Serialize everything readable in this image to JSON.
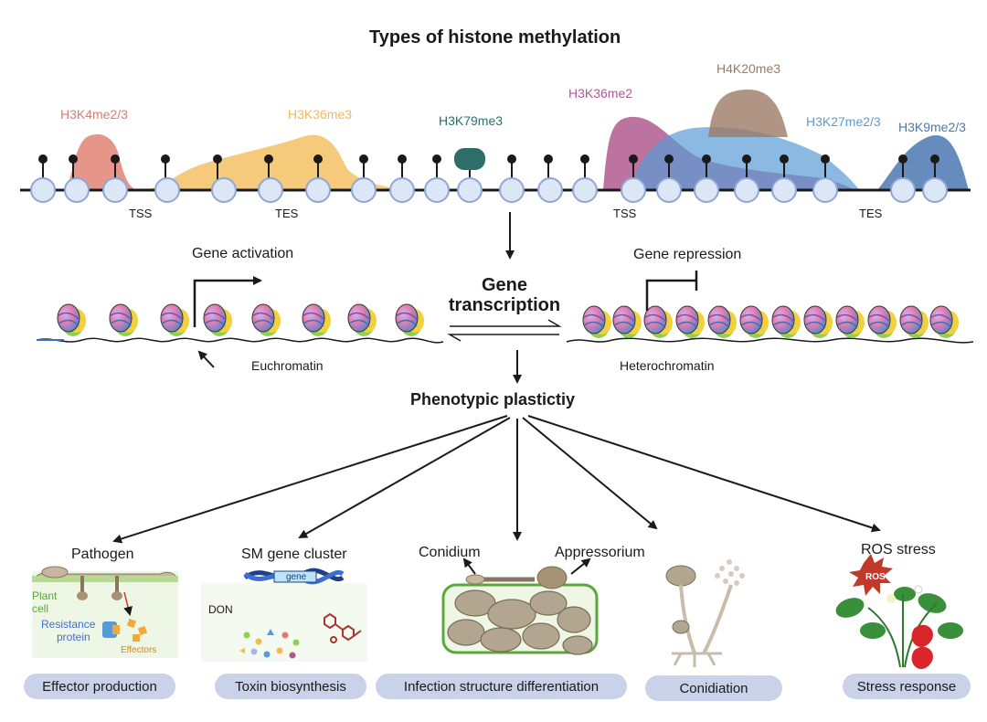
{
  "title": "Types of histone methylation",
  "marks": [
    {
      "label": "H3K4me2/3",
      "color": "#e07a6c"
    },
    {
      "label": "H3K36me3",
      "color": "#f2b94f"
    },
    {
      "label": "H3K79me3",
      "color": "#2d6e69"
    },
    {
      "label": "H3K36me2",
      "color": "#b05a8e"
    },
    {
      "label": "H4K20me3",
      "color": "#9c7a66"
    },
    {
      "label": "H3K27me2/3",
      "color": "#5a9bd5"
    },
    {
      "label": "H3K9me2/3",
      "color": "#4a78b0"
    }
  ],
  "sites": {
    "tss1": "TSS",
    "tes1": "TES",
    "tss2": "TSS",
    "tes2": "TES"
  },
  "activation": "Gene activation",
  "repression": "Gene repression",
  "transcription": {
    "line1": "Gene",
    "line2": "transcription"
  },
  "euchromatin": "Euchromatin",
  "heterochromatin": "Heterochromatin",
  "phenotype": "Phenotypic plastictiy",
  "panels": {
    "pathogen": {
      "title": "Pathogen",
      "plant": "Plant",
      "cell": "cell",
      "resistance": "Resistance",
      "protein": "protein",
      "effectors": "Effectors",
      "pill": "Effector production"
    },
    "toxin": {
      "title": "SM gene cluster",
      "gene": "gene",
      "don": "DON",
      "pill": "Toxin biosynthesis"
    },
    "infection": {
      "conidium": "Conidium",
      "appressorium": "Appressorium",
      "pill": "Infection structure differentiation"
    },
    "conidiation": {
      "pill": "Conidiation"
    },
    "stress": {
      "title": "ROS stress",
      "ros": "ROS",
      "pill": "Stress response"
    }
  }
}
